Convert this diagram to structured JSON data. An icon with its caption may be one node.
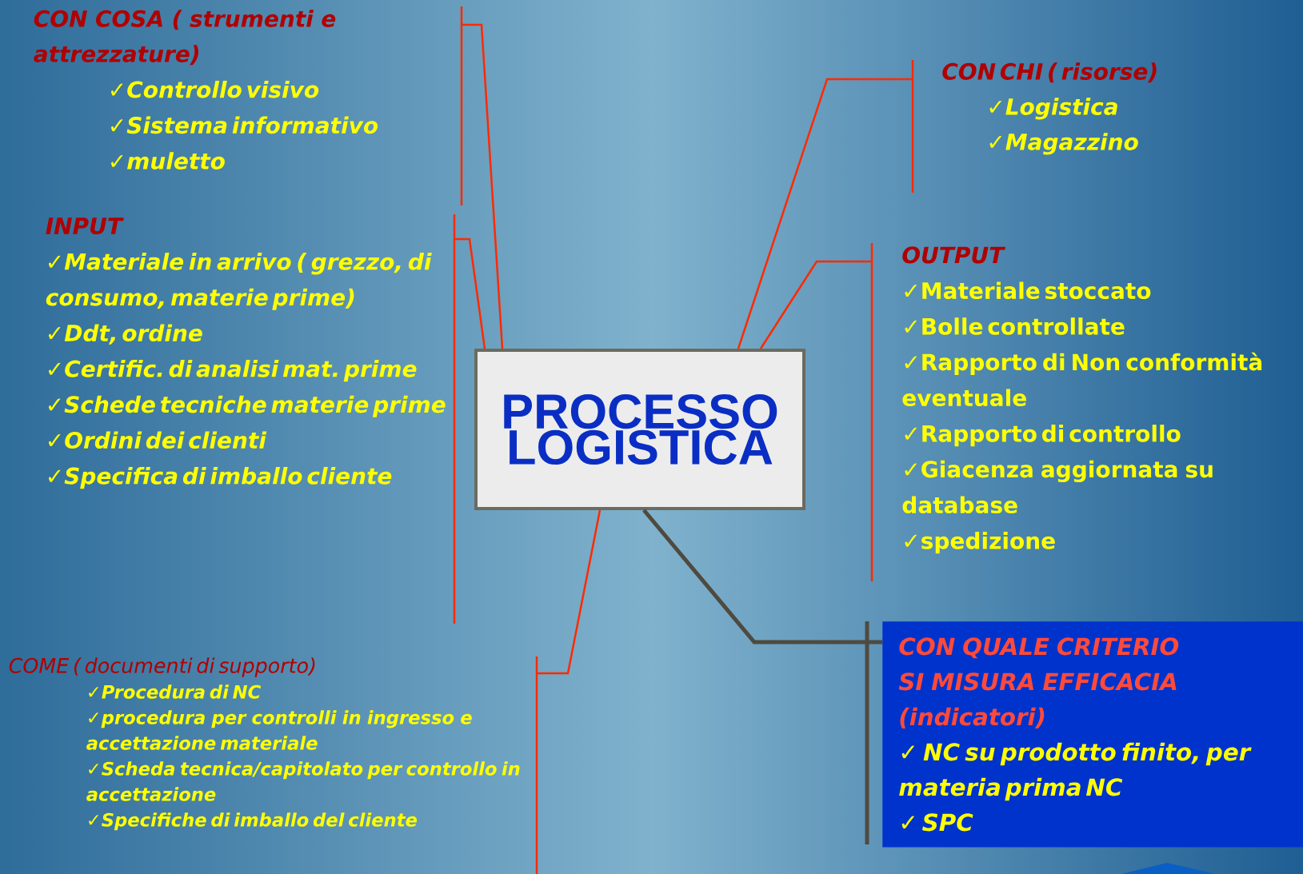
{
  "diagram": {
    "nodes": [
      {
        "text": [
          "PROCESSO LOGISTICA"
        ]
      },
      {
        "text": [
          "CON COSA ( strumenti e attrezzature)",
          "✓Controllo visivo",
          "✓Sistema informativo",
          "✓muletto"
        ]
      },
      {
        "text": [
          "INPUT",
          "✓Materiale in arrivo ( grezzo, di consumo, materie prime)",
          "✓Ddt, ordine",
          "✓Certific. di analisi mat. prime",
          "✓Schede tecniche materie prime",
          "✓Ordini dei clienti",
          "✓Specifica di imballo cliente"
        ]
      },
      {
        "text": [
          "COME ( documenti di supporto)",
          "✓Procedura di NC",
          "✓procedura per controlli in ingresso e accettazione materiale",
          "✓Scheda tecnica/capitolato per controllo in accettazione",
          "✓Specifiche di imballo del cliente"
        ]
      },
      {
        "text": [
          "CON CHI ( risorse)",
          "✓Logistica",
          "✓Magazzino"
        ]
      },
      {
        "text": [
          "OUTPUT",
          "✓Materiale stoccato",
          "✓Bolle controllate",
          "✓Rapporto di Non conformità eventuale",
          "✓Rapporto di controllo",
          "✓Giacenza aggiornata su database",
          "✓spedizione"
        ]
      },
      {
        "text": [
          "CON QUALE CRITERIO SI MISURA EFFICACIA (indicatori)",
          "✓ NC su prodotto finito, per materia prima NC",
          "✓ SPC"
        ]
      }
    ],
    "edges": [
      {
        "from": 0,
        "to": 1,
        "arrow": "none"
      },
      {
        "from": 0,
        "to": 2,
        "arrow": "none"
      },
      {
        "from": 0,
        "to": 3,
        "arrow": "none"
      },
      {
        "from": 0,
        "to": 4,
        "arrow": "none"
      },
      {
        "from": 0,
        "to": 5,
        "arrow": "none"
      },
      {
        "from": 0,
        "to": 6,
        "arrow": "none",
        "style": "thick",
        "color": "#4f4a3f"
      }
    ]
  }
}
